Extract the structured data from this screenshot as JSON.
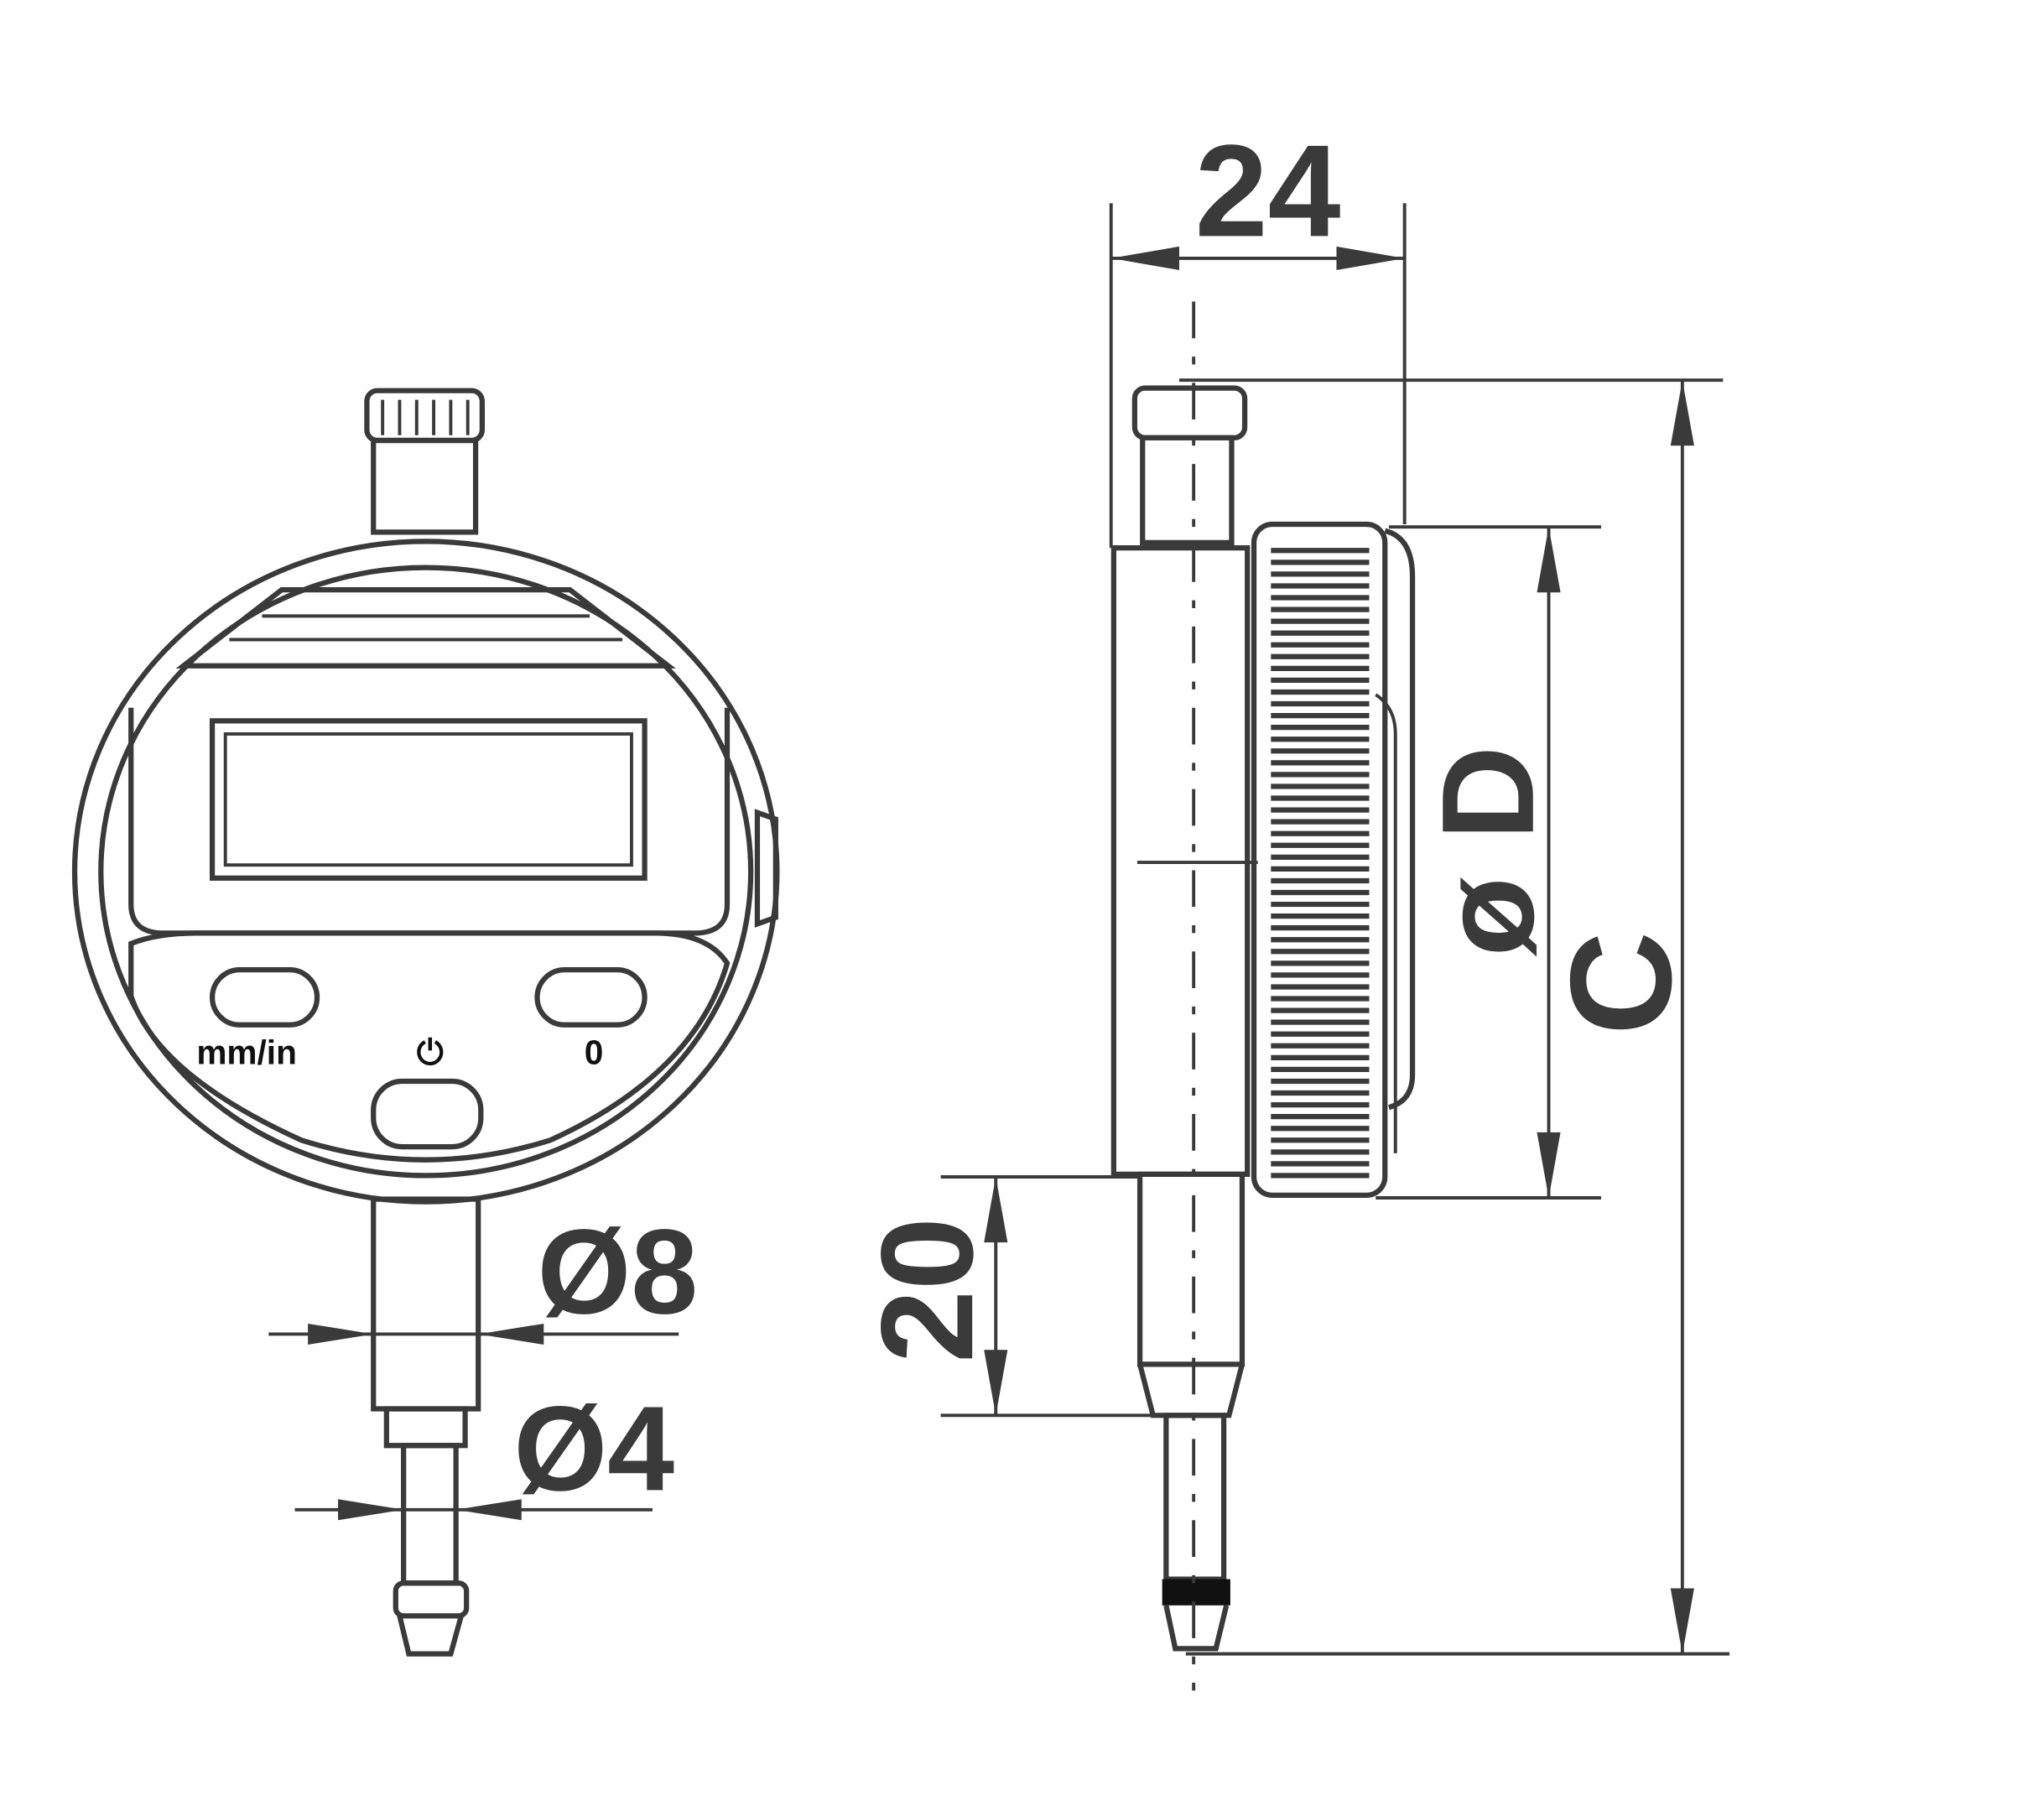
{
  "front_view": {
    "button_labels": [
      "mm/in",
      "⏻",
      "0"
    ]
  },
  "dimensions": {
    "width": "24",
    "stem_diameter": "Ø8",
    "tip_diameter": "Ø4",
    "stem_length": "20",
    "dial_diameter": "ø D",
    "total_length": "C"
  },
  "colors": {
    "line": "#3a3a3a"
  }
}
